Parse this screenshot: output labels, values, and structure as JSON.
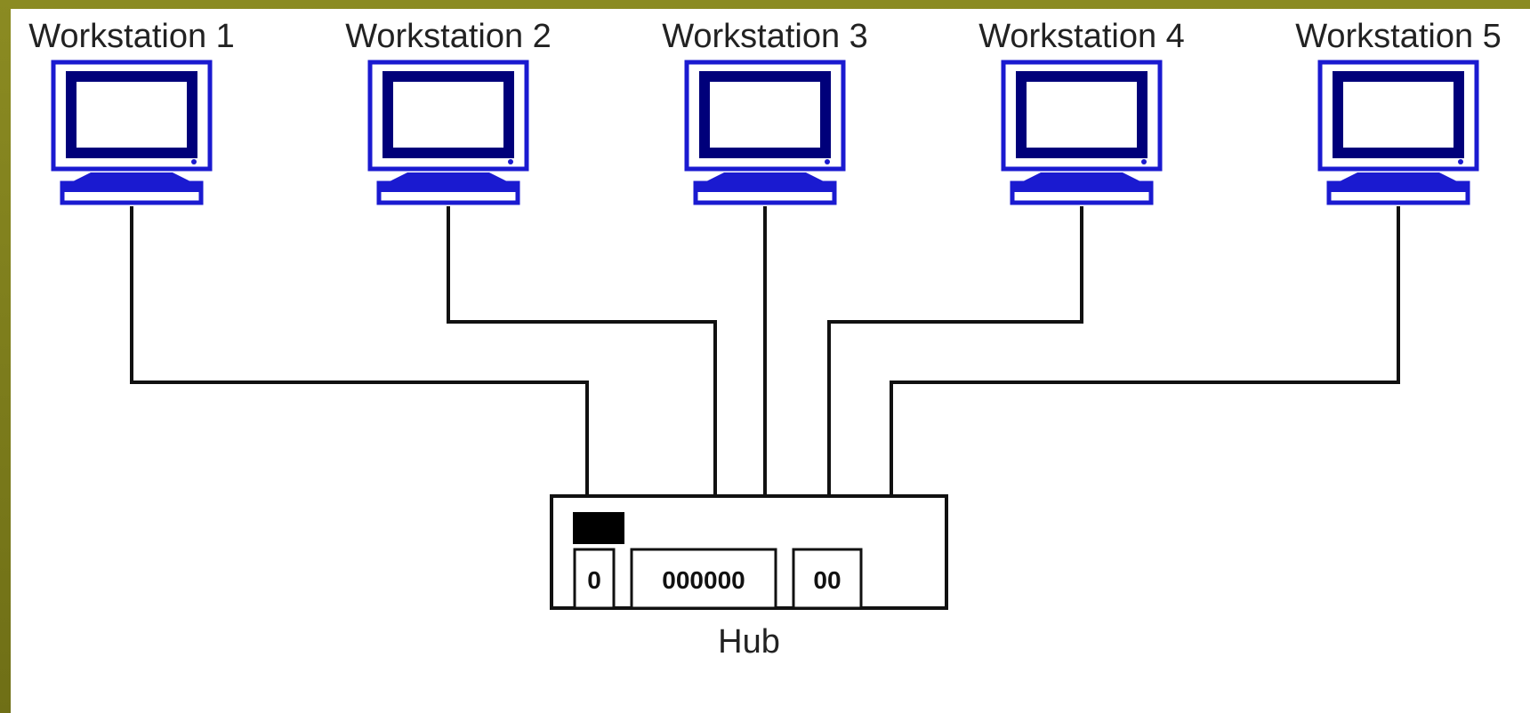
{
  "workstations": [
    {
      "label": "Workstation 1"
    },
    {
      "label": "Workstation 2"
    },
    {
      "label": "Workstation 3"
    },
    {
      "label": "Workstation 4"
    },
    {
      "label": "Workstation 5"
    }
  ],
  "hub": {
    "label": "Hub",
    "ports": [
      "0",
      "000000",
      "00"
    ]
  },
  "colors": {
    "monitor_blue": "#1a1ad0",
    "monitor_dark": "#00007a",
    "cable": "#111111",
    "background": "#ffffff",
    "border": "#7a7a1c"
  }
}
